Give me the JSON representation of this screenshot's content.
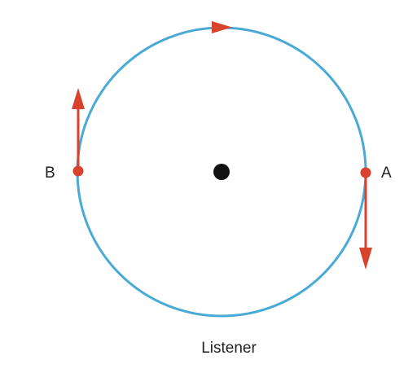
{
  "diagram": {
    "labels": {
      "point_a": "A",
      "point_b": "B",
      "listener": "Listener"
    },
    "icons": {
      "direction_marker": "triangle-right-icon",
      "center_point": "filled-circle-icon"
    },
    "colors": {
      "orbit": "#4aaad6",
      "arrows": "#d8432e",
      "center": "#111111",
      "text": "#222222"
    }
  }
}
